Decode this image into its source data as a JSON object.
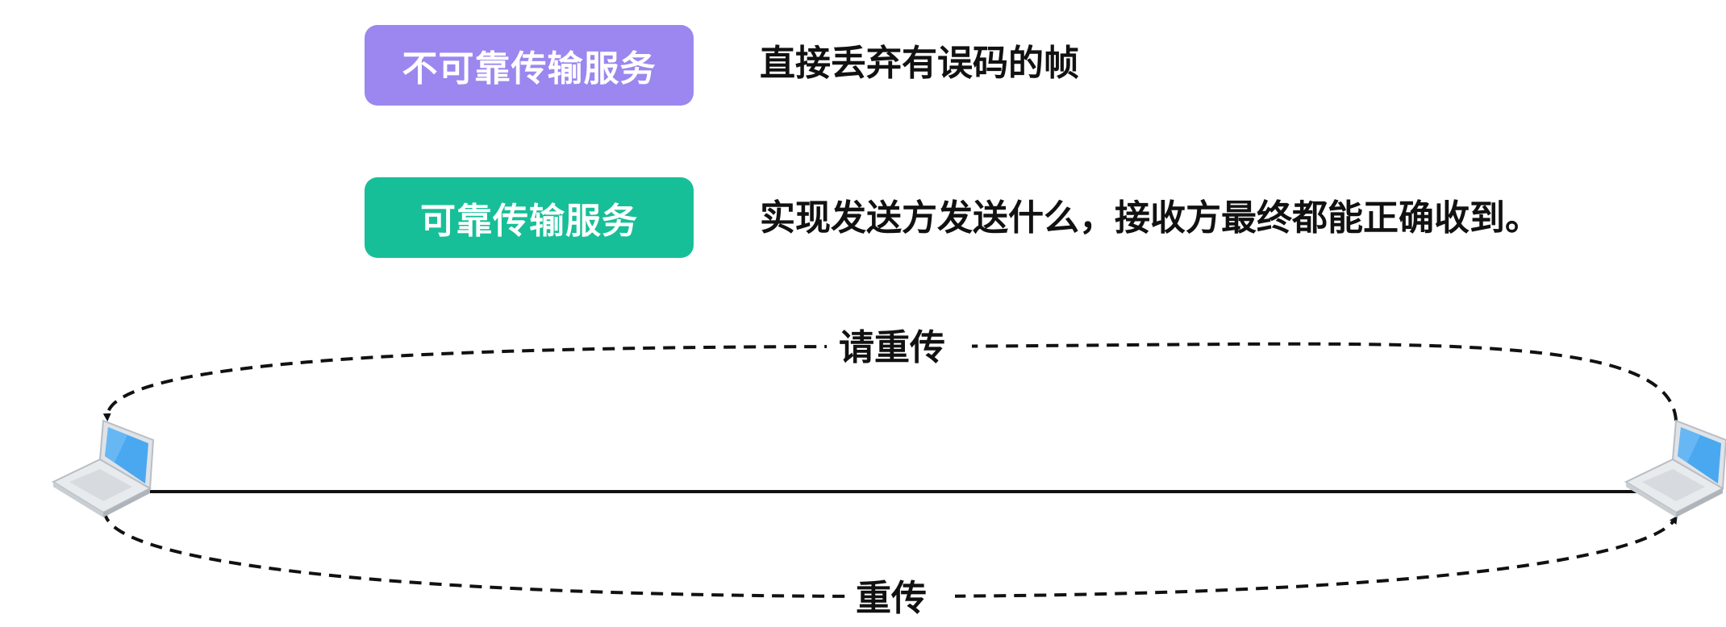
{
  "rows": [
    {
      "badge_label": "不可靠传输服务",
      "badge_color": "#9b87ef",
      "description": "直接丢弃有误码的帧"
    },
    {
      "badge_label": "可靠传输服务",
      "badge_color": "#17bf98",
      "description": "实现发送方发送什么，接收方最终都能正确收到。"
    }
  ],
  "diagram": {
    "top_arrow_label": "请重传",
    "bottom_arrow_label": "重传",
    "endpoint_icons": [
      "laptop-icon",
      "laptop-icon"
    ],
    "screen_color": "#4aa8f0",
    "line_color": "#111111"
  }
}
